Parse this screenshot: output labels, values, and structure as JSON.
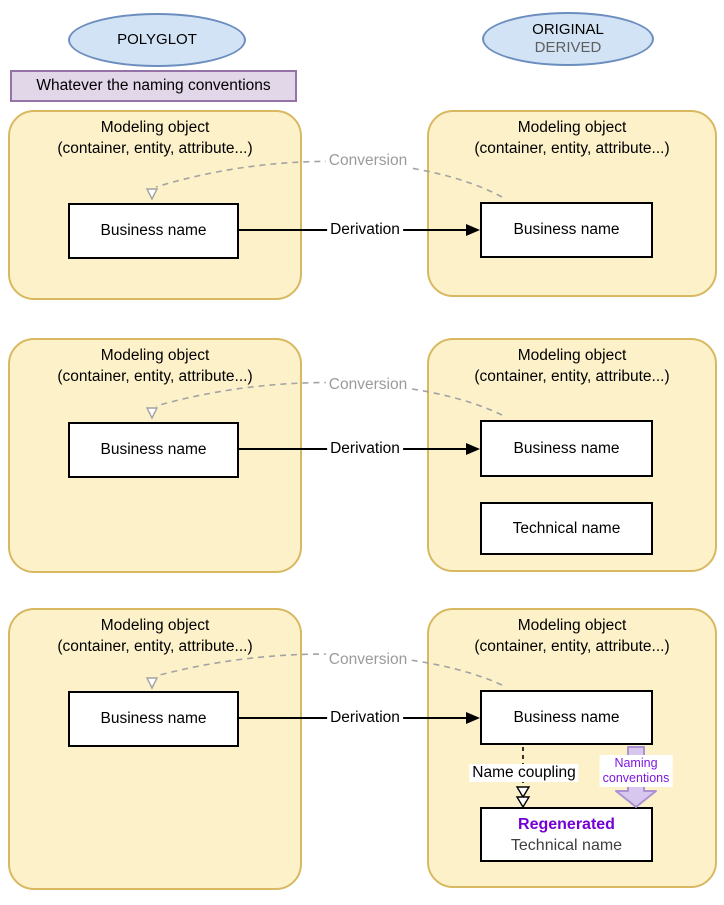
{
  "legend": {
    "polyglot": "POLYGLOT",
    "original": "ORIGINAL",
    "derived": "DERIVED",
    "note": "Whatever the naming conventions"
  },
  "rows": [
    {
      "polyglot_box": {
        "title": "Modeling object",
        "subtitle": "(container, entity, attribute...)",
        "business_name": "Business name"
      },
      "original_box": {
        "title": "Modeling object",
        "subtitle": "(container, entity, attribute...)",
        "business_name": "Business name"
      },
      "conversion_label": "Conversion",
      "derivation_label": "Derivation"
    },
    {
      "polyglot_box": {
        "title": "Modeling object",
        "subtitle": "(container, entity, attribute...)",
        "business_name": "Business name"
      },
      "original_box": {
        "title": "Modeling object",
        "subtitle": "(container, entity, attribute...)",
        "business_name": "Business name",
        "technical_name": "Technical name"
      },
      "conversion_label": "Conversion",
      "derivation_label": "Derivation"
    },
    {
      "polyglot_box": {
        "title": "Modeling object",
        "subtitle": "(container, entity, attribute...)",
        "business_name": "Business name"
      },
      "original_box": {
        "title": "Modeling object",
        "subtitle": "(container, entity, attribute...)",
        "business_name": "Business name",
        "regenerated_label": "Regenerated",
        "technical_name": "Technical name"
      },
      "conversion_label": "Conversion",
      "derivation_label": "Derivation",
      "name_coupling_label": "Name coupling",
      "naming_conventions_line1": "Naming",
      "naming_conventions_line2": "conventions"
    }
  ],
  "colors": {
    "group_fill": "#fdf1ca",
    "group_border": "#d8b860",
    "ellipse_fill": "#d2e3f5",
    "ellipse_border": "#6c8ebf",
    "note_fill": "#e2d6e9",
    "note_border": "#9673a6",
    "conversion_gray": "#9b9b9b",
    "derived_gray": "#5f5f5f",
    "naming_conventions_text": "#7d17e0",
    "regenerated_text": "#7400d6",
    "naming_arrow_fill": "#d7c6ee",
    "naming_arrow_border": "#ab93d4"
  }
}
